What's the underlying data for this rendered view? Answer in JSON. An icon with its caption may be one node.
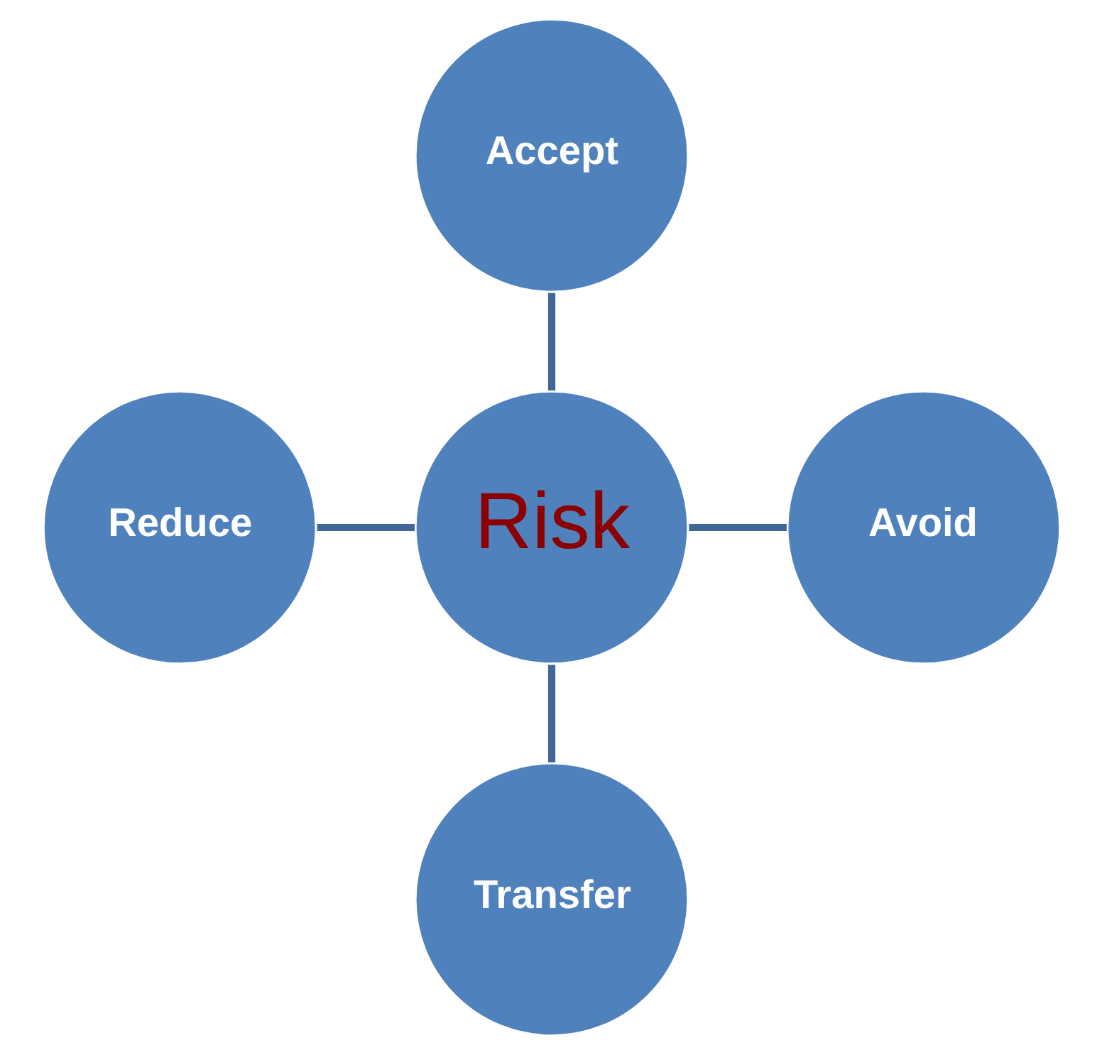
{
  "diagram": {
    "nodes": [
      {
        "text": [
          "Accept"
        ]
      },
      {
        "text": [
          "Reduce"
        ]
      },
      {
        "text": [
          "Risk"
        ]
      },
      {
        "text": [
          "Avoid"
        ]
      },
      {
        "text": [
          "Transfer"
        ]
      }
    ],
    "edges": [
      {
        "from": 0,
        "to": 2,
        "arrow": "none"
      },
      {
        "from": 1,
        "to": 2,
        "arrow": "none"
      },
      {
        "from": 2,
        "to": 3,
        "arrow": "none"
      },
      {
        "from": 2,
        "to": 4,
        "arrow": "none"
      }
    ]
  }
}
